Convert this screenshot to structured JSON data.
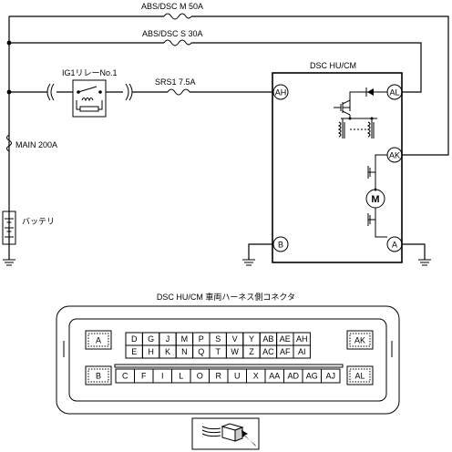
{
  "circuit": {
    "fuses": {
      "abs_dsc_m": "ABS/DSC M 50A",
      "abs_dsc_s": "ABS/DSC S 30A",
      "srs1": "SRS1 7.5A",
      "main": "MAIN 200A"
    },
    "relay_label": "IG1リレーNo.1",
    "battery_label": "バッテリ",
    "module_label": "DSC HU/CM",
    "module_pins": {
      "ah": "AH",
      "al": "AL",
      "ak": "AK",
      "b": "B",
      "a": "A"
    }
  },
  "connector": {
    "title": "DSC HU/CM 車両ハーネス側コネクタ",
    "side_pins": {
      "a": "A",
      "b": "B",
      "ak": "AK",
      "al": "AL"
    },
    "row1": [
      "D",
      "G",
      "J",
      "M",
      "P",
      "S",
      "V",
      "Y",
      "AB",
      "AE",
      "AH"
    ],
    "row2": [
      "E",
      "H",
      "K",
      "N",
      "Q",
      "T",
      "W",
      "Z",
      "AC",
      "AF",
      "AI"
    ],
    "row3": [
      "C",
      "F",
      "I",
      "L",
      "O",
      "R",
      "U",
      "X",
      "AA",
      "AD",
      "AG",
      "AJ"
    ]
  }
}
